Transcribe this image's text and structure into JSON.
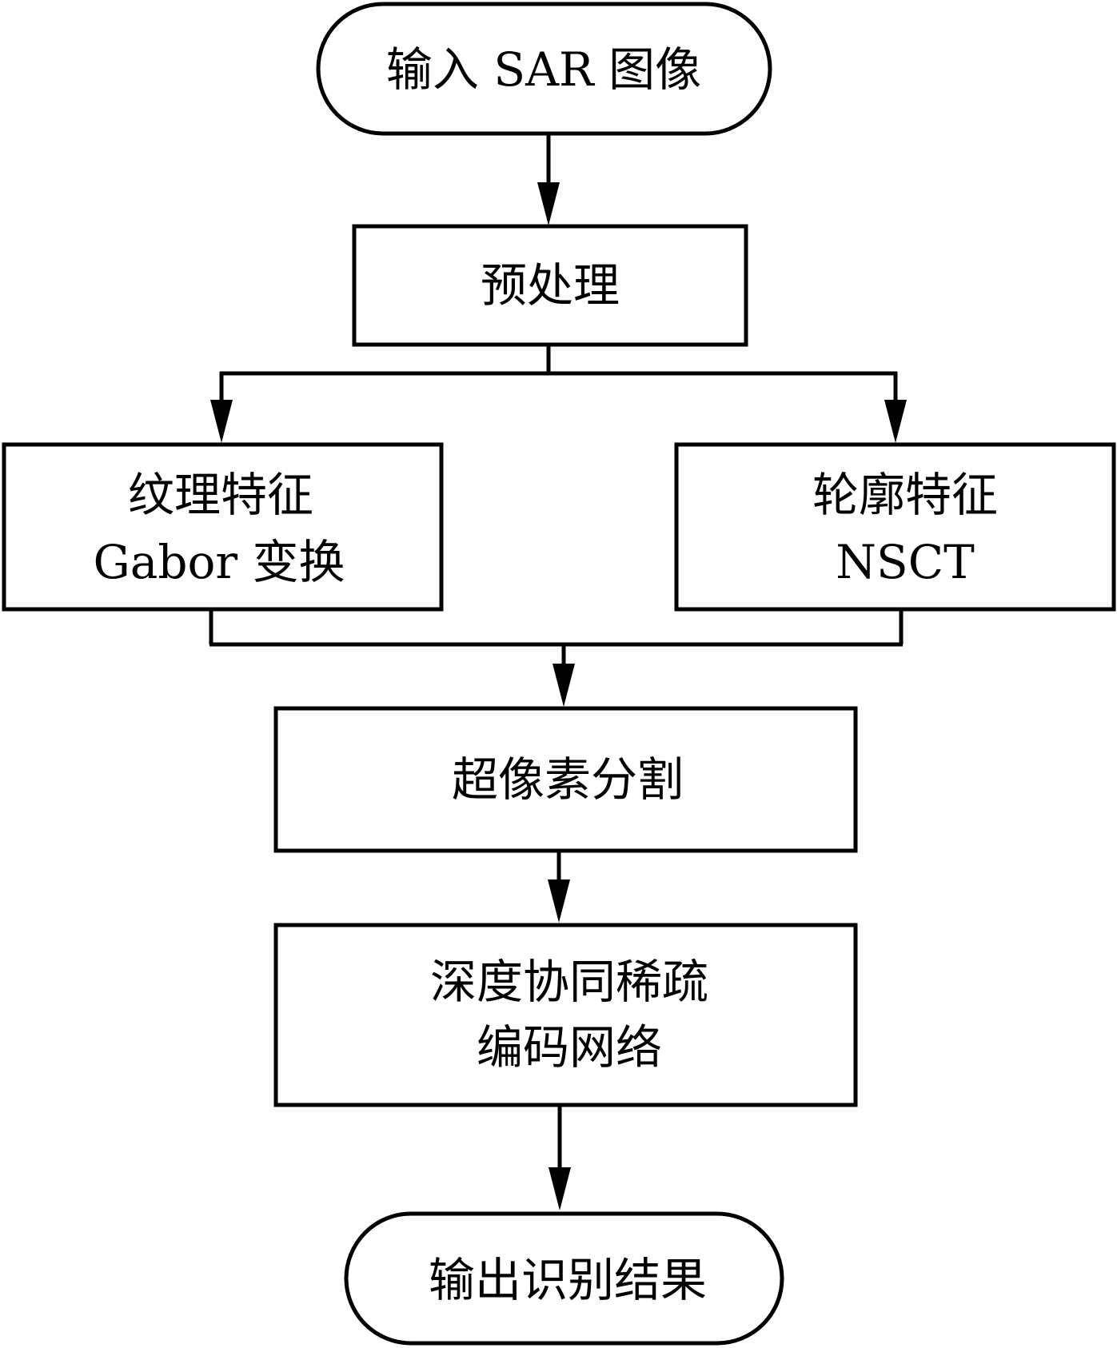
{
  "nodes": {
    "start": {
      "line1": "输入 SAR 图像"
    },
    "preprocess": {
      "line1": "预处理"
    },
    "texture": {
      "line1": "纹理特征",
      "line2": "Gabor 变换"
    },
    "contour": {
      "line1": "轮廓特征",
      "line2": "NSCT"
    },
    "superpixel": {
      "line1": "超像素分割"
    },
    "network": {
      "line1": "深度协同稀疏",
      "line2": "编码网络"
    },
    "end": {
      "line1": "输出识别结果"
    }
  },
  "colors": {
    "stroke": "#000000",
    "fill": "#ffffff"
  }
}
